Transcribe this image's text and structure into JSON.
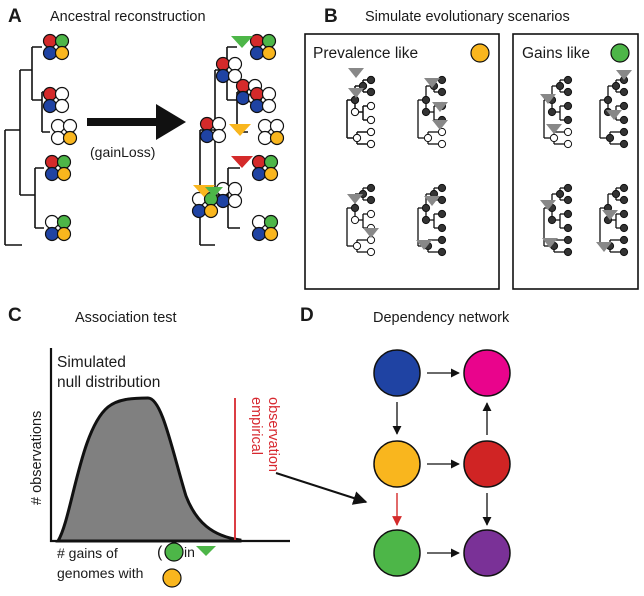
{
  "panels": {
    "A": {
      "label": "A",
      "title": "Ancestral reconstruction",
      "method": "(gainLoss)"
    },
    "B": {
      "label": "B",
      "title": "Simulate evolutionary scenarios",
      "box1": "Prevalence like",
      "box2": "Gains like"
    },
    "C": {
      "label": "C",
      "title": "Association test",
      "null_line1": "Simulated",
      "null_line2": "null distribution",
      "ylabel": "# observations",
      "obs_line1": "empirical",
      "obs_line2": "observation",
      "x_line1": "# gains of",
      "x_line2": "genomes with",
      "paren": "(",
      "in_word": "in"
    },
    "D": {
      "label": "D",
      "title": "Dependency network"
    }
  },
  "colors": {
    "red": "#d42a2a",
    "green": "#4db648",
    "blue": "#1f43a3",
    "yellow": "#f9b61e",
    "magenta": "#e9048c",
    "dark_red": "#d02424",
    "purple": "#7a3197",
    "gray": "#808080",
    "obs_line": "#d7282f"
  },
  "icons": {
    "flow_arrow": "right-arrow",
    "gain_marker": "triangle-down",
    "dependency_edge": "arrow"
  }
}
